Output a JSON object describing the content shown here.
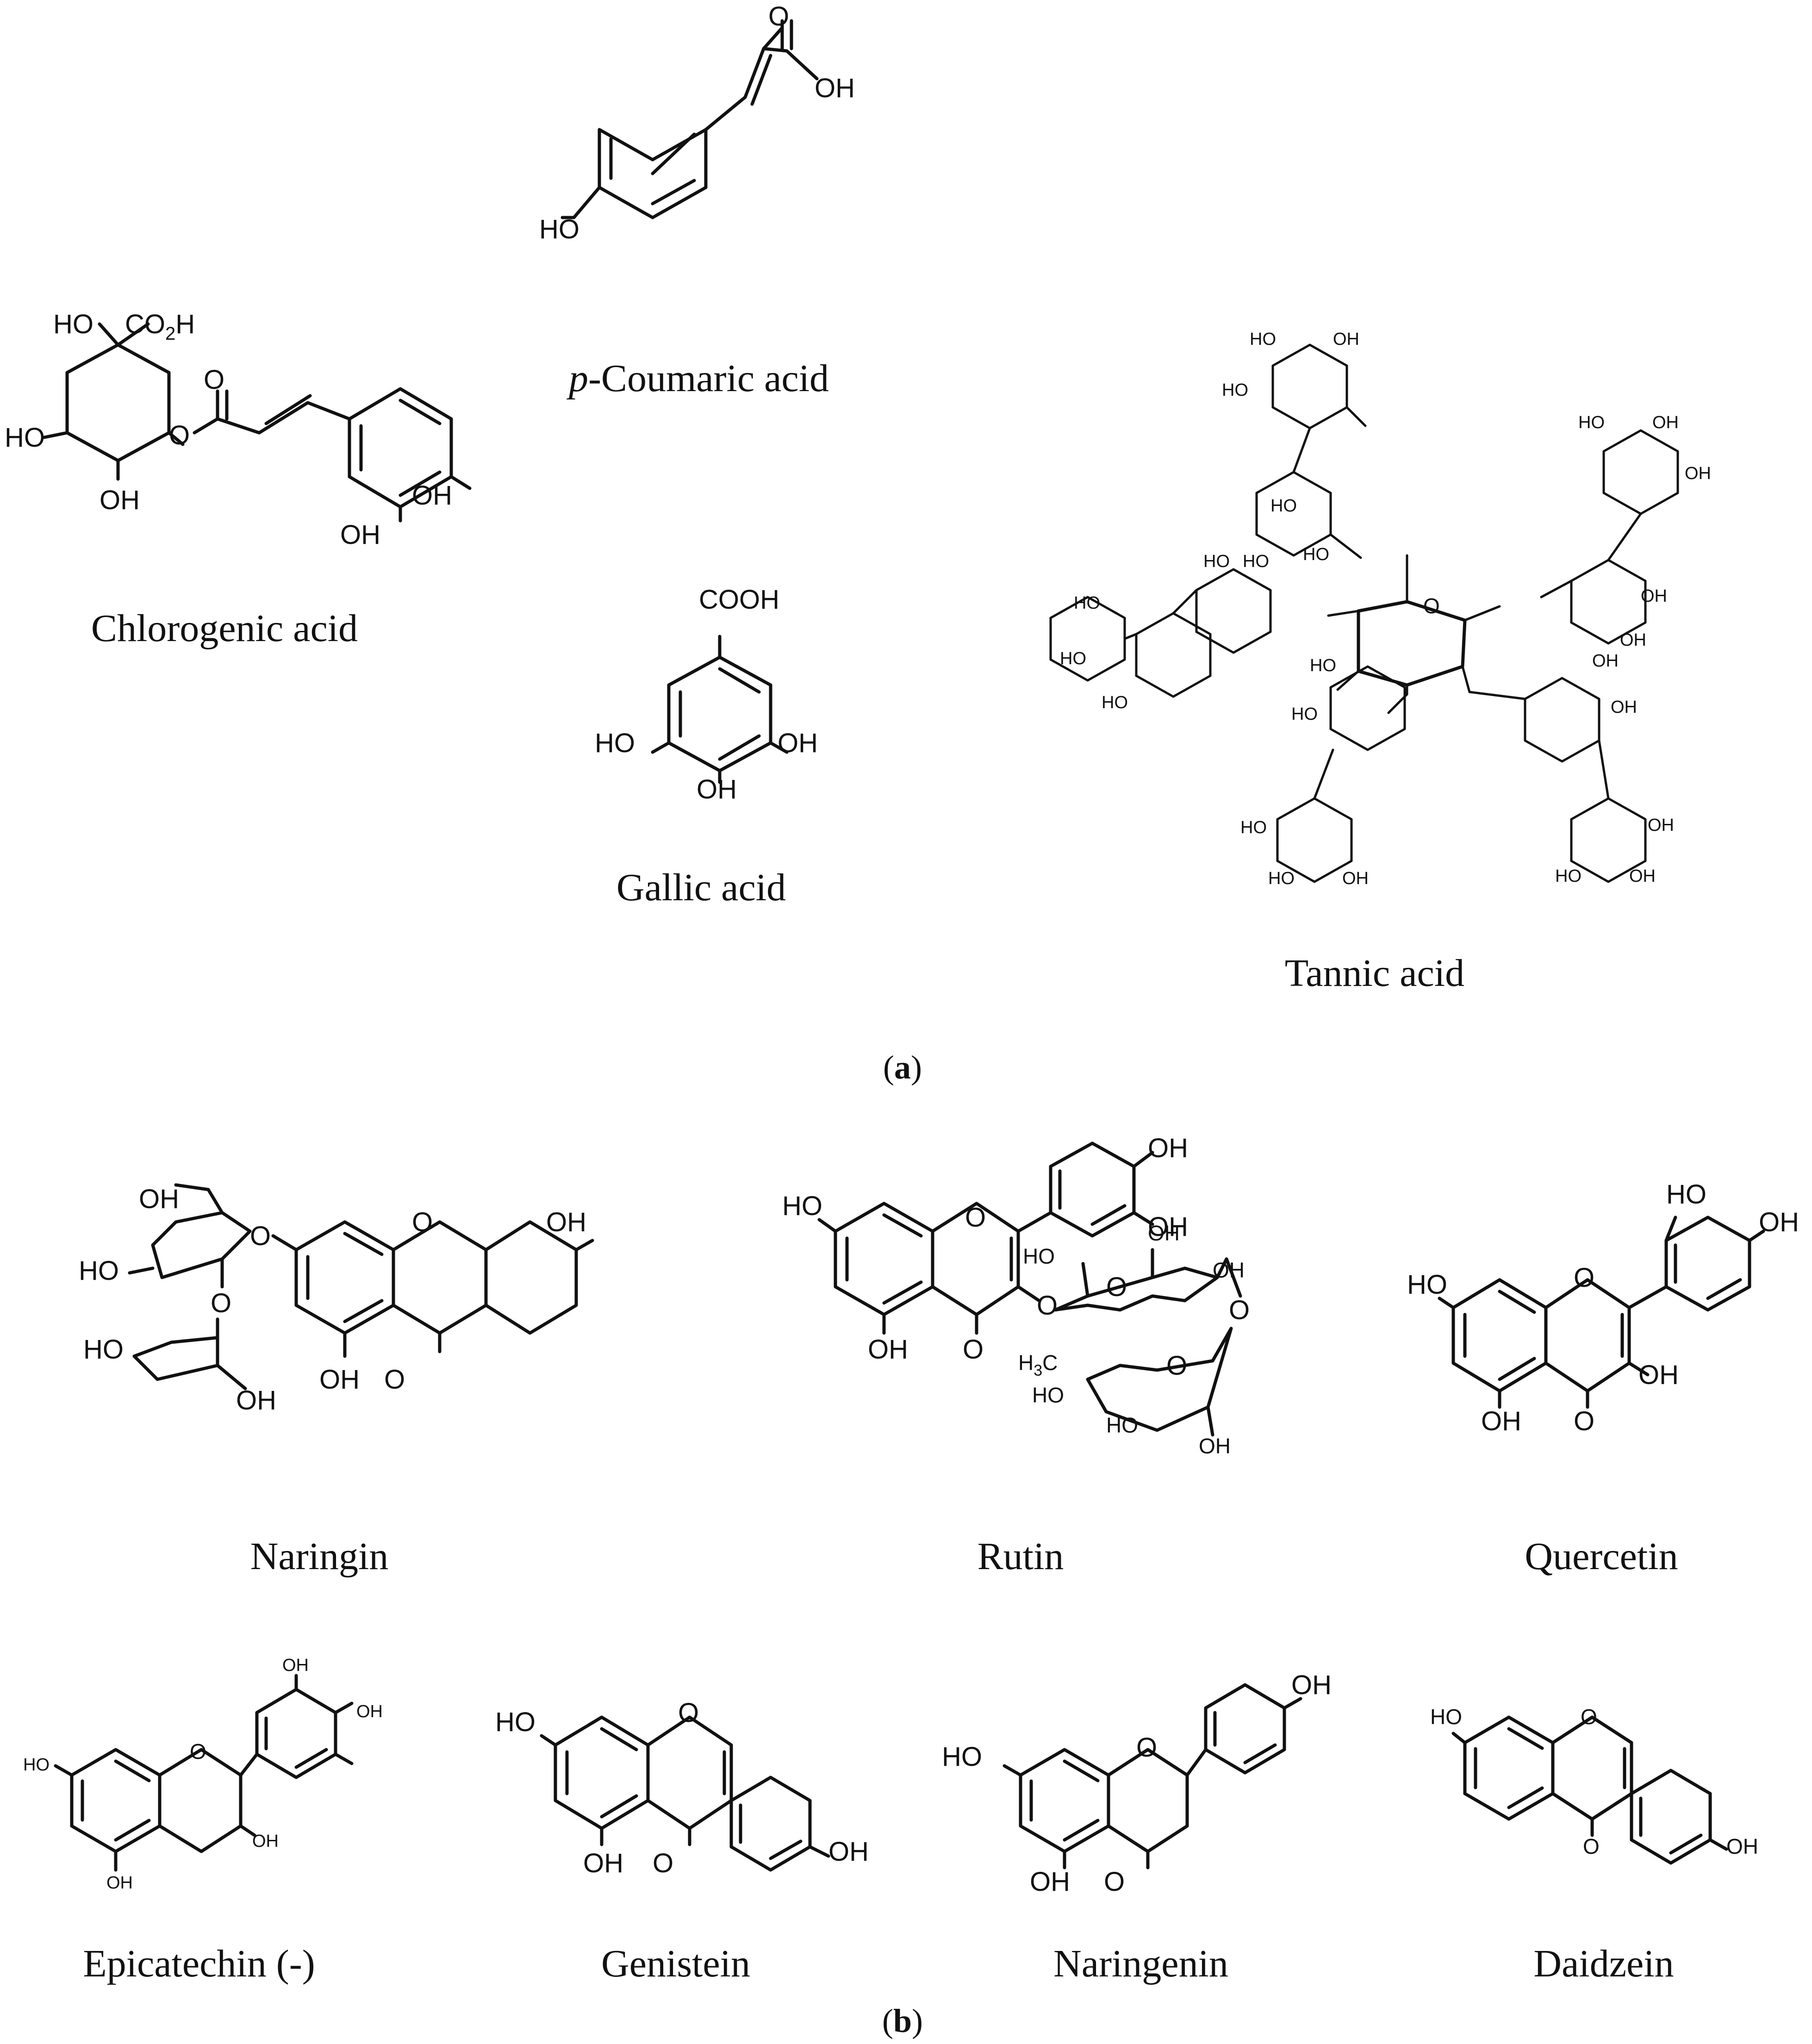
{
  "panel_a": {
    "label": "a",
    "compounds": {
      "chlorogenic": {
        "name": "Chlorogenic acid"
      },
      "coumaric": {
        "name_prefix": "p",
        "name_rest": "-Coumaric acid"
      },
      "gallic": {
        "name": "Gallic acid"
      },
      "tannic": {
        "name": "Tannic acid"
      }
    }
  },
  "panel_b": {
    "label": "b",
    "compounds": {
      "naringin": {
        "name": "Naringin"
      },
      "rutin": {
        "name": "Rutin"
      },
      "quercetin": {
        "name": "Quercetin"
      },
      "epicatechin": {
        "name": "Epicatechin (-)"
      },
      "genistein": {
        "name": "Genistein"
      },
      "naringenin": {
        "name": "Naringenin"
      },
      "daidzein": {
        "name": "Daidzein"
      }
    }
  },
  "atom_labels": {
    "OH": "OH",
    "HO": "HO",
    "O": "O",
    "COOH": "COOH",
    "CO2H_main": "CO",
    "CO2H_sub": "2",
    "CO2H_end": "H",
    "H3C_main": "H",
    "H3C_sub": "3",
    "H3C_end": "C"
  }
}
